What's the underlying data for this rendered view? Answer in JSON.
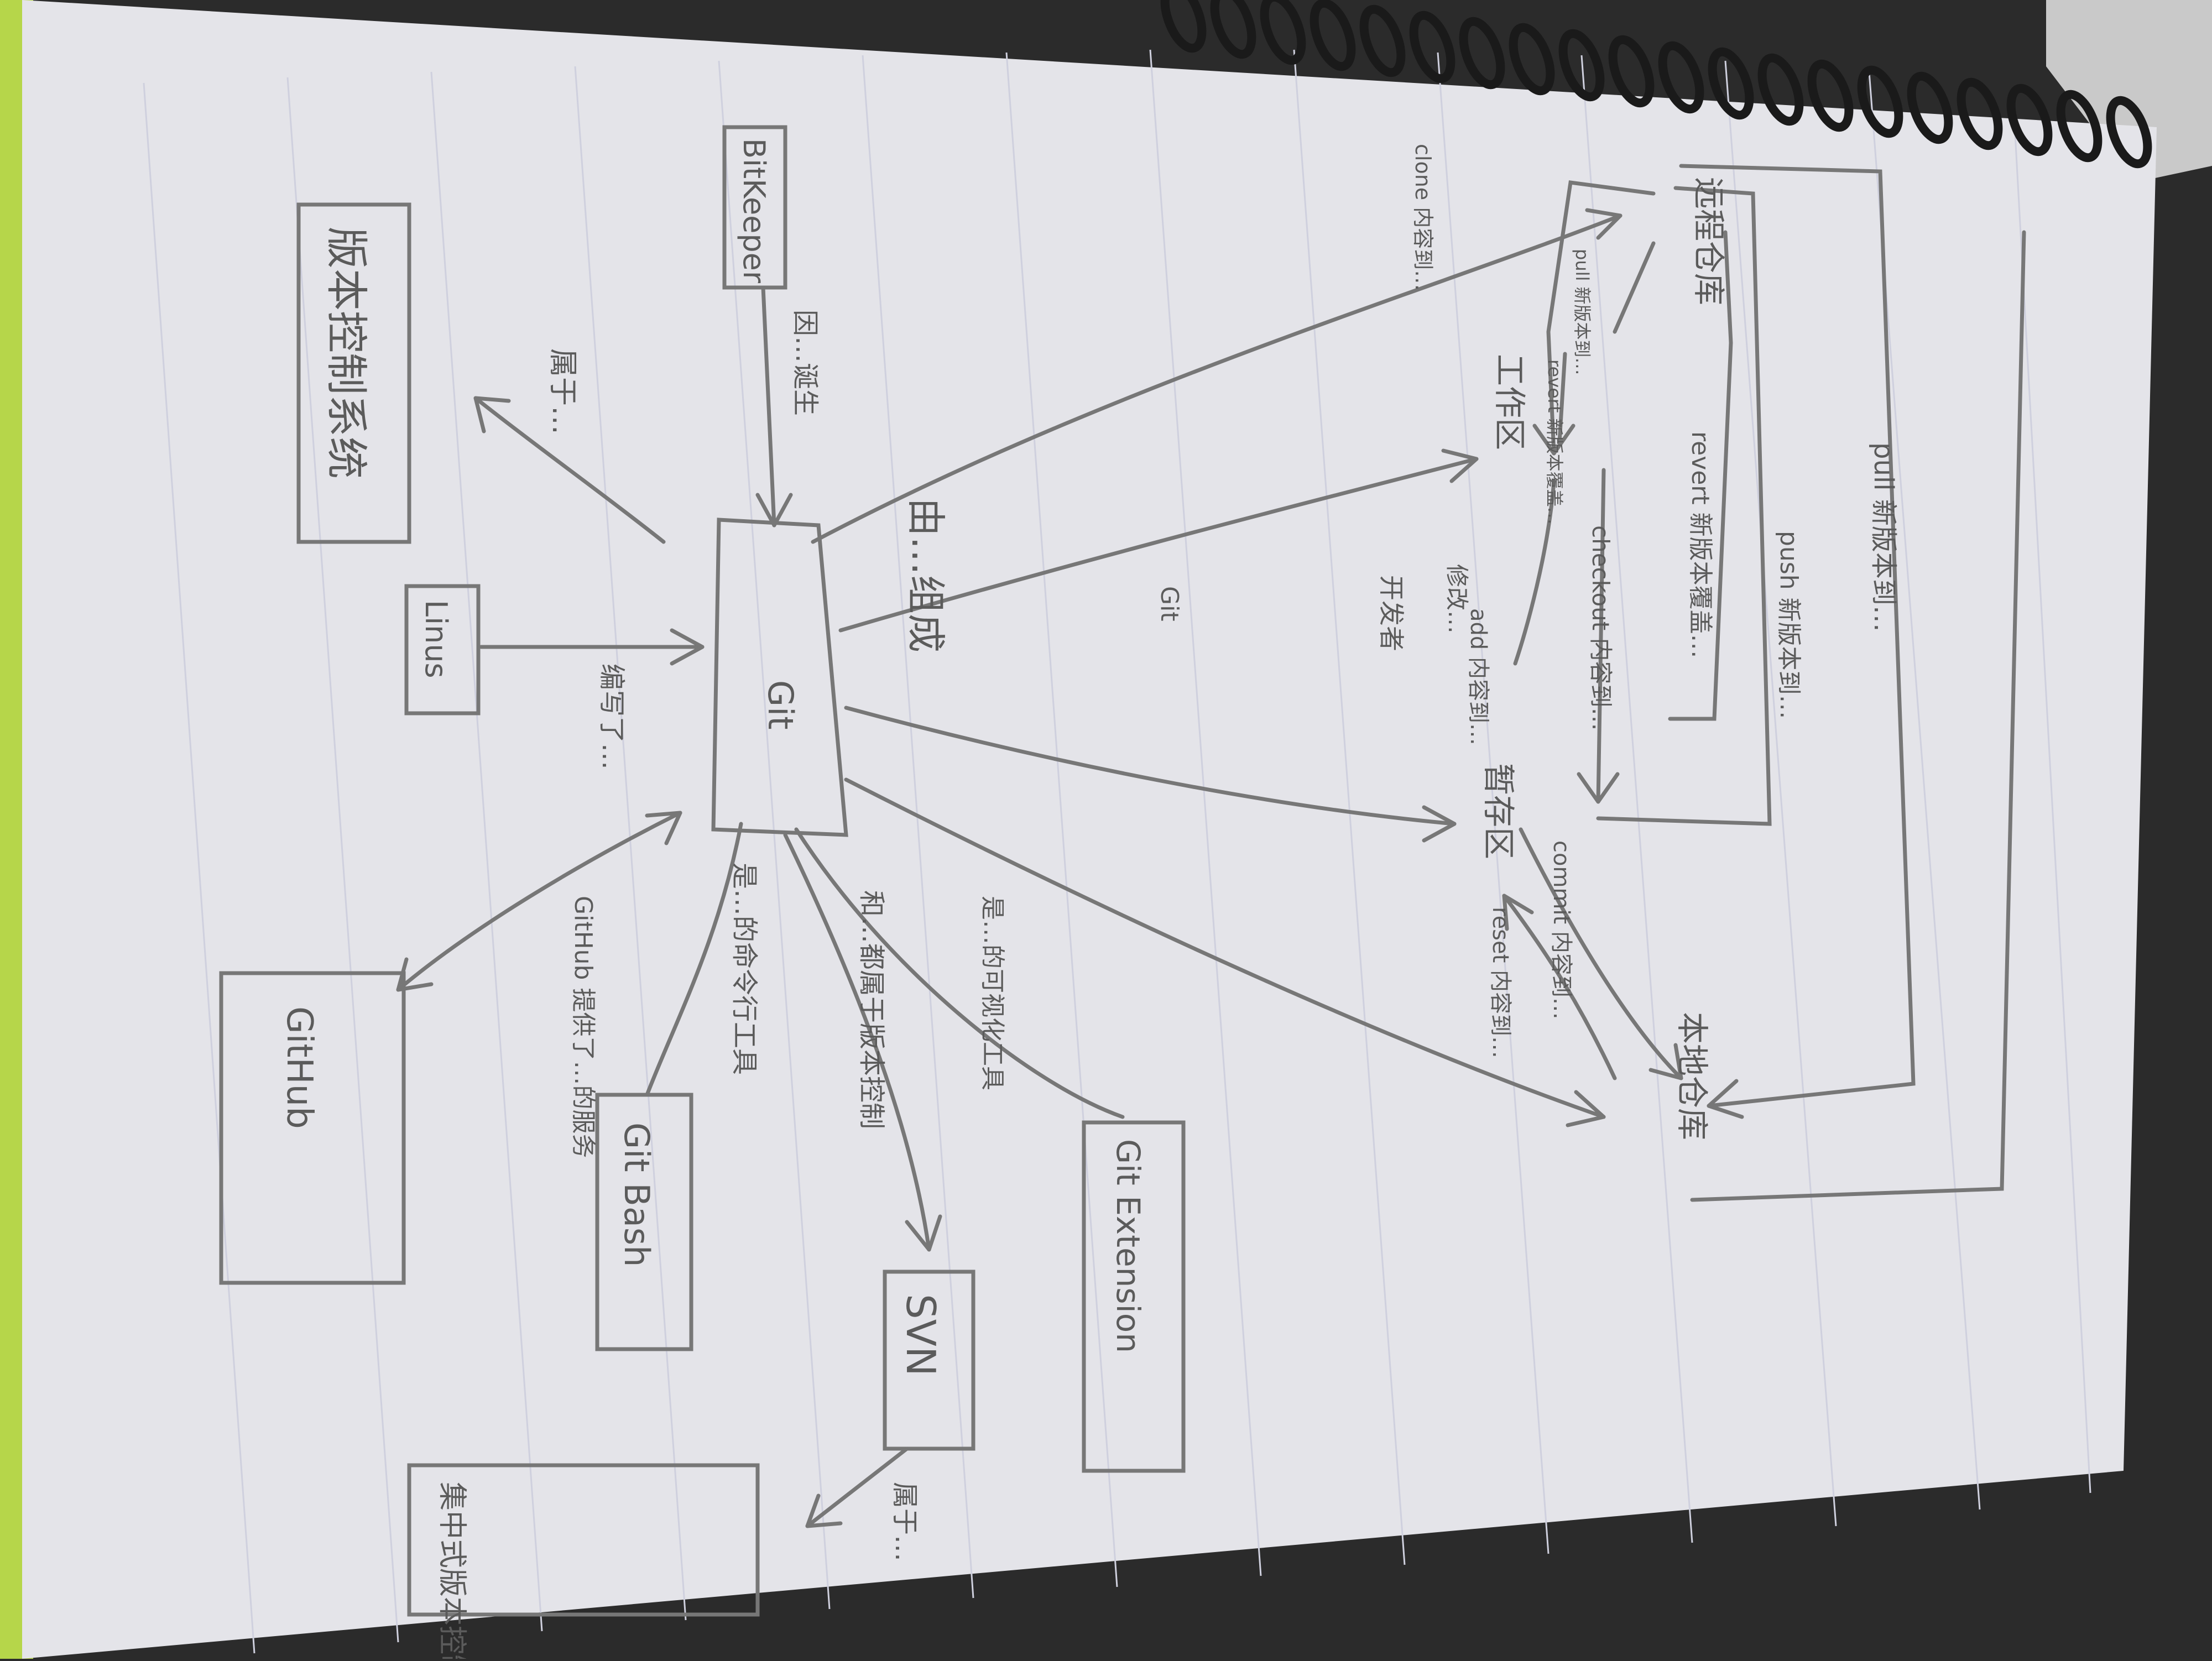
{
  "nodes": {
    "git": "Git",
    "bitkeeper": "BitKeeper",
    "vcs": "版本控制系统",
    "linus": "Linus",
    "github": "GitHub",
    "gitbash": "Git Bash",
    "svn": "SVN",
    "gitext": "Git Extension",
    "centralized": "集中式版本控制系统",
    "remote": "远程仓库",
    "workspace": "工作区",
    "staging": "暂存区",
    "local": "本地仓库"
  },
  "labels": {
    "clone": "clone 内容到…",
    "pull_new": "pull 新版本到…",
    "push_new": "push 新版本到…",
    "revert_top": "revert 新版本覆盖…",
    "checkout": "checkout 内容到…",
    "add": "add 内容到…",
    "commit": "commit 内容到…",
    "reset": "reset 内容到…",
    "pull_small": "pull 新版本到…",
    "revert_small": "revert 新版本覆盖…",
    "modify": "修改…",
    "developer": "开发者",
    "ghost_git": "Git",
    "consists_of": "由…组成",
    "born": "因…诞生",
    "belongs": "属于…",
    "developed_by": "编写了…",
    "gitbash_role": "是…的命令行工具",
    "svn_role": "和…都属于版本控制",
    "gitext_role": "是…的可视化工具",
    "github_role": "GitHub 提供了…的服务",
    "svn_belongs": "属于…"
  }
}
